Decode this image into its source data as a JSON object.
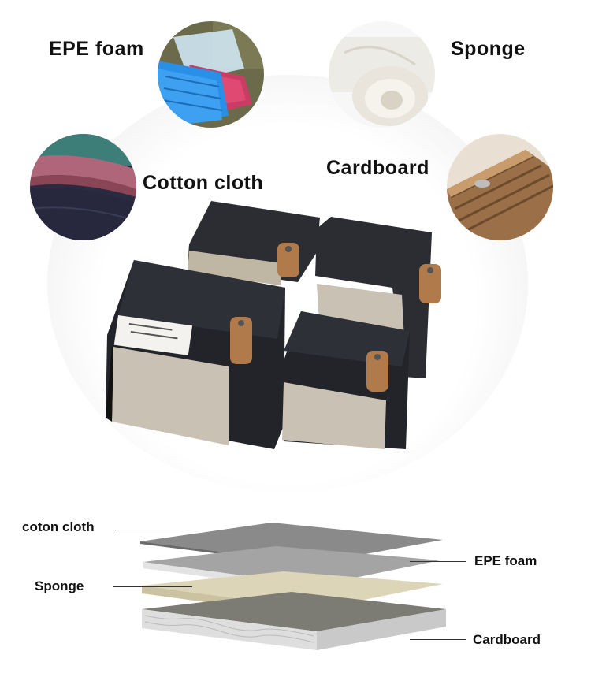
{
  "top_labels": {
    "epe_foam": "EPE foam",
    "sponge": "Sponge",
    "cotton_cloth": "Cotton cloth",
    "cardboard": "Cardboard"
  },
  "layer_labels": {
    "coton_cloth": "coton cloth",
    "epe_foam": "EPE foam",
    "sponge": "Sponge",
    "cardboard": "Cardboard"
  },
  "colors": {
    "box_dark": "#2b2d33",
    "box_panel": "#c9c2b4",
    "strap": "#b07a4a",
    "epe_blue": "#2a8fe6",
    "epe_pink": "#d83a68",
    "sponge_white": "#f3f0ea",
    "cardboard_brown": "#a77a52",
    "cloth_dark": "#2a2a40",
    "cloth_rose": "#a45a6a",
    "cloth_green": "#4a8a80",
    "layer_gray": "#8a8a8a",
    "layer_beige": "#ddd5b8"
  }
}
